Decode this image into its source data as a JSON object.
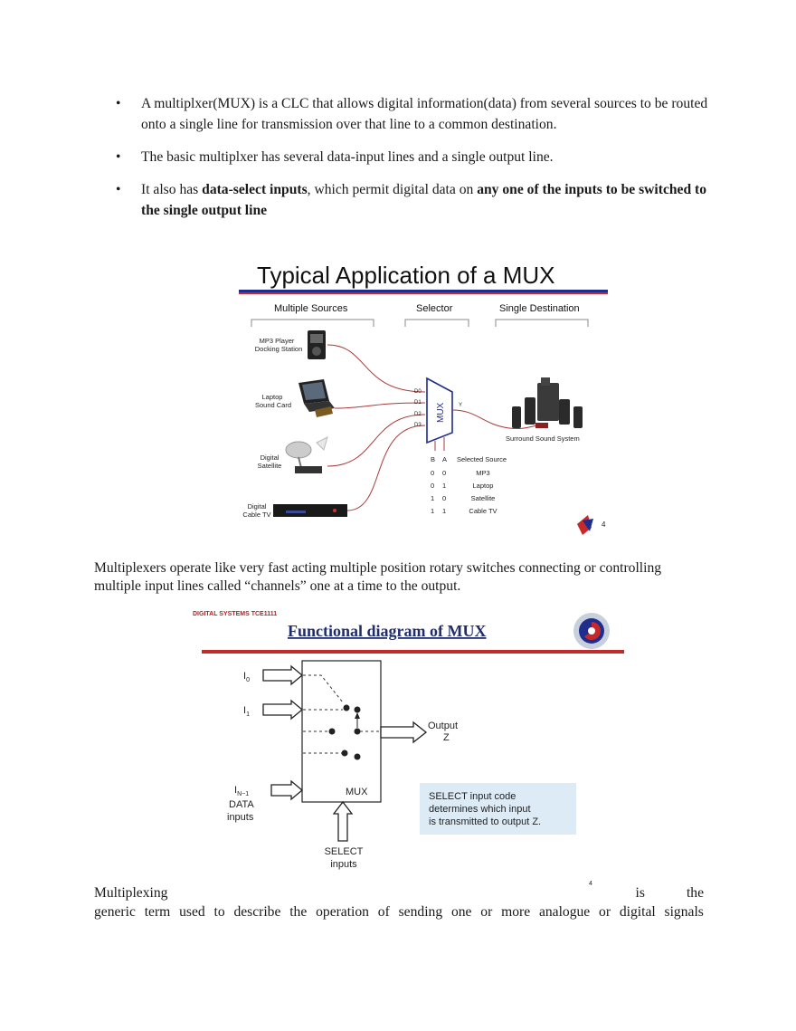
{
  "bullets": [
    {
      "parts": [
        {
          "t": "A multiplxer(MUX) is a CLC that allows digital information(data) from several sources to be routed onto a single line for transmission over that line to a common destination.",
          "b": false
        }
      ]
    },
    {
      "parts": [
        {
          "t": "The basic multiplxer has several data-input lines and a single output line.",
          "b": false
        }
      ]
    },
    {
      "parts": [
        {
          "t": " It also has ",
          "b": false
        },
        {
          "t": "data-select inputs",
          "b": true
        },
        {
          "t": ", which permit digital data on ",
          "b": false
        },
        {
          "t": "any one of the inputs to be switched to the single output line",
          "b": true
        }
      ]
    }
  ],
  "bullet_char": "•",
  "figure1": {
    "title": "Typical Application of a MUX",
    "headers": {
      "sources": "Multiple Sources",
      "selector": "Selector",
      "destination": "Single Destination"
    },
    "sources": [
      {
        "line1": "MP3 Player",
        "line2": "Docking Station"
      },
      {
        "line1": "Laptop",
        "line2": "Sound Card"
      },
      {
        "line1": "Digital",
        "line2": "Satellite"
      },
      {
        "line1": "Digital",
        "line2": "Cable TV"
      }
    ],
    "inputs": [
      "D0",
      "D1",
      "D2",
      "D3"
    ],
    "mux_label": "MUX",
    "output_label": "Y",
    "destination_label": "Surround Sound System",
    "table": {
      "headers": [
        "B",
        "A",
        "Selected Source"
      ],
      "rows": [
        [
          "0",
          "0",
          "MP3"
        ],
        [
          "0",
          "1",
          "Laptop"
        ],
        [
          "1",
          "0",
          "Satellite"
        ],
        [
          "1",
          "1",
          "Cable TV"
        ]
      ]
    },
    "page_number": "4"
  },
  "para1": "Multiplexers operate like very fast acting multiple position rotary switches connecting or controlling multiple input lines called “channels” one at a time to the output.",
  "figure2": {
    "course_label": "DIGITAL SYSTEMS TCE1111",
    "title": "Functional diagram of MUX",
    "input_base": "I",
    "input_subs": [
      "0",
      "1",
      "N−1"
    ],
    "data_label": "DATA",
    "inputs_label": "inputs",
    "output_line1": "Output",
    "output_line2": "Z",
    "mux_label": "MUX",
    "select_line1": "SELECT",
    "select_line2": "inputs",
    "note_lines": [
      "SELECT input code",
      "determines which input",
      "is transmitted to output Z."
    ],
    "page_number": "4"
  },
  "last": {
    "word1": "Multiplexing",
    "word2": "is",
    "word3": "the",
    "line2_words": [
      "generic",
      "term",
      "used",
      "to",
      "describe",
      "the",
      "operation",
      "of",
      "sending",
      "one",
      "or",
      "more",
      "analogue",
      "or",
      "digital",
      "signals"
    ]
  },
  "colors": {
    "accent_blue": "#1f2d8c",
    "accent_red": "#c42a2a",
    "wire_red": "#a83a3a",
    "note_bg": "#dcebf5"
  }
}
